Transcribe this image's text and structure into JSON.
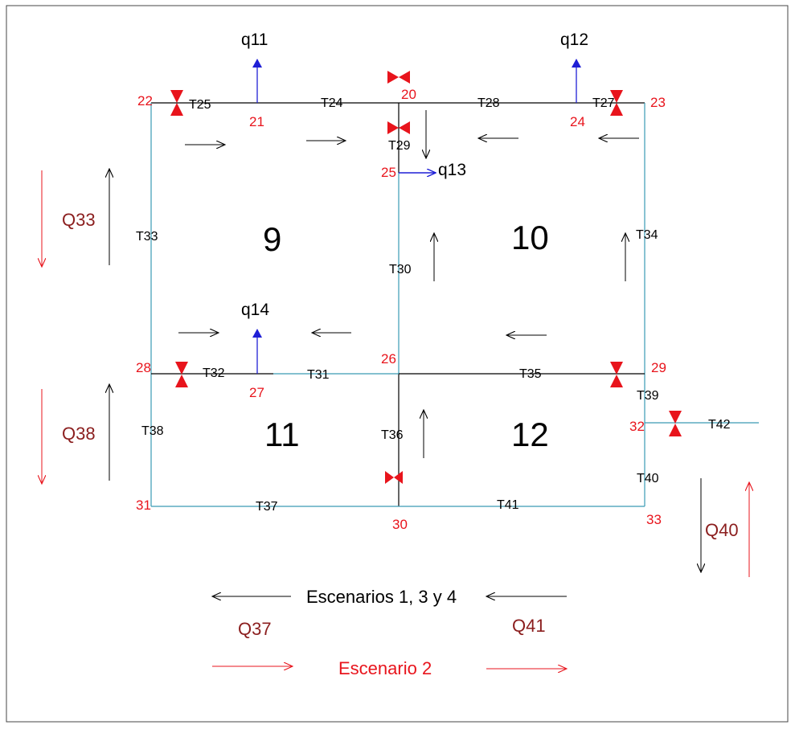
{
  "colors": {
    "pipe_black": "#000000",
    "pipe_cyan": "#3a9bb5",
    "node_red": "#e8141c",
    "valve_red": "#e8141c",
    "demand_blue": "#1f1fd6",
    "flow_label_dark_red": "#8b1e1e",
    "scenario2_red": "#e8141c"
  },
  "nodes": [
    {
      "id": "n20",
      "label": "20"
    },
    {
      "id": "n21",
      "label": "21"
    },
    {
      "id": "n22",
      "label": "22"
    },
    {
      "id": "n23",
      "label": "23"
    },
    {
      "id": "n24",
      "label": "24"
    },
    {
      "id": "n25",
      "label": "25"
    },
    {
      "id": "n26",
      "label": "26"
    },
    {
      "id": "n27",
      "label": "27"
    },
    {
      "id": "n28",
      "label": "28"
    },
    {
      "id": "n29",
      "label": "29"
    },
    {
      "id": "n30",
      "label": "30"
    },
    {
      "id": "n31",
      "label": "31"
    },
    {
      "id": "n32",
      "label": "32"
    },
    {
      "id": "n33",
      "label": "33"
    }
  ],
  "pipes": [
    {
      "id": "p24",
      "label": "T24"
    },
    {
      "id": "p25",
      "label": "T25"
    },
    {
      "id": "p27",
      "label": "T27"
    },
    {
      "id": "p28",
      "label": "T28"
    },
    {
      "id": "p29",
      "label": "T29"
    },
    {
      "id": "p30",
      "label": "T30"
    },
    {
      "id": "p31",
      "label": "T31"
    },
    {
      "id": "p32",
      "label": "T32"
    },
    {
      "id": "p33",
      "label": "T33"
    },
    {
      "id": "p34",
      "label": "T34"
    },
    {
      "id": "p35",
      "label": "T35"
    },
    {
      "id": "p36",
      "label": "T36"
    },
    {
      "id": "p37",
      "label": "T37"
    },
    {
      "id": "p38",
      "label": "T38"
    },
    {
      "id": "p39",
      "label": "T39"
    },
    {
      "id": "p40",
      "label": "T40"
    },
    {
      "id": "p41",
      "label": "T41"
    },
    {
      "id": "p42",
      "label": "T42"
    }
  ],
  "loops": [
    {
      "id": "l9",
      "label": "9"
    },
    {
      "id": "l10",
      "label": "10"
    },
    {
      "id": "l11",
      "label": "11"
    },
    {
      "id": "l12",
      "label": "12"
    }
  ],
  "demands": [
    {
      "id": "q11",
      "label": "q11"
    },
    {
      "id": "q12",
      "label": "q12"
    },
    {
      "id": "q13",
      "label": "q13"
    },
    {
      "id": "q14",
      "label": "q14"
    }
  ],
  "flows": [
    {
      "id": "Q33",
      "label": "Q33"
    },
    {
      "id": "Q38",
      "label": "Q38"
    },
    {
      "id": "Q40",
      "label": "Q40"
    },
    {
      "id": "Q37",
      "label": "Q37"
    },
    {
      "id": "Q41",
      "label": "Q41"
    }
  ],
  "legend": {
    "scenarios_134": "Escenarios 1, 3 y 4",
    "scenario_2": "Escenario 2"
  }
}
